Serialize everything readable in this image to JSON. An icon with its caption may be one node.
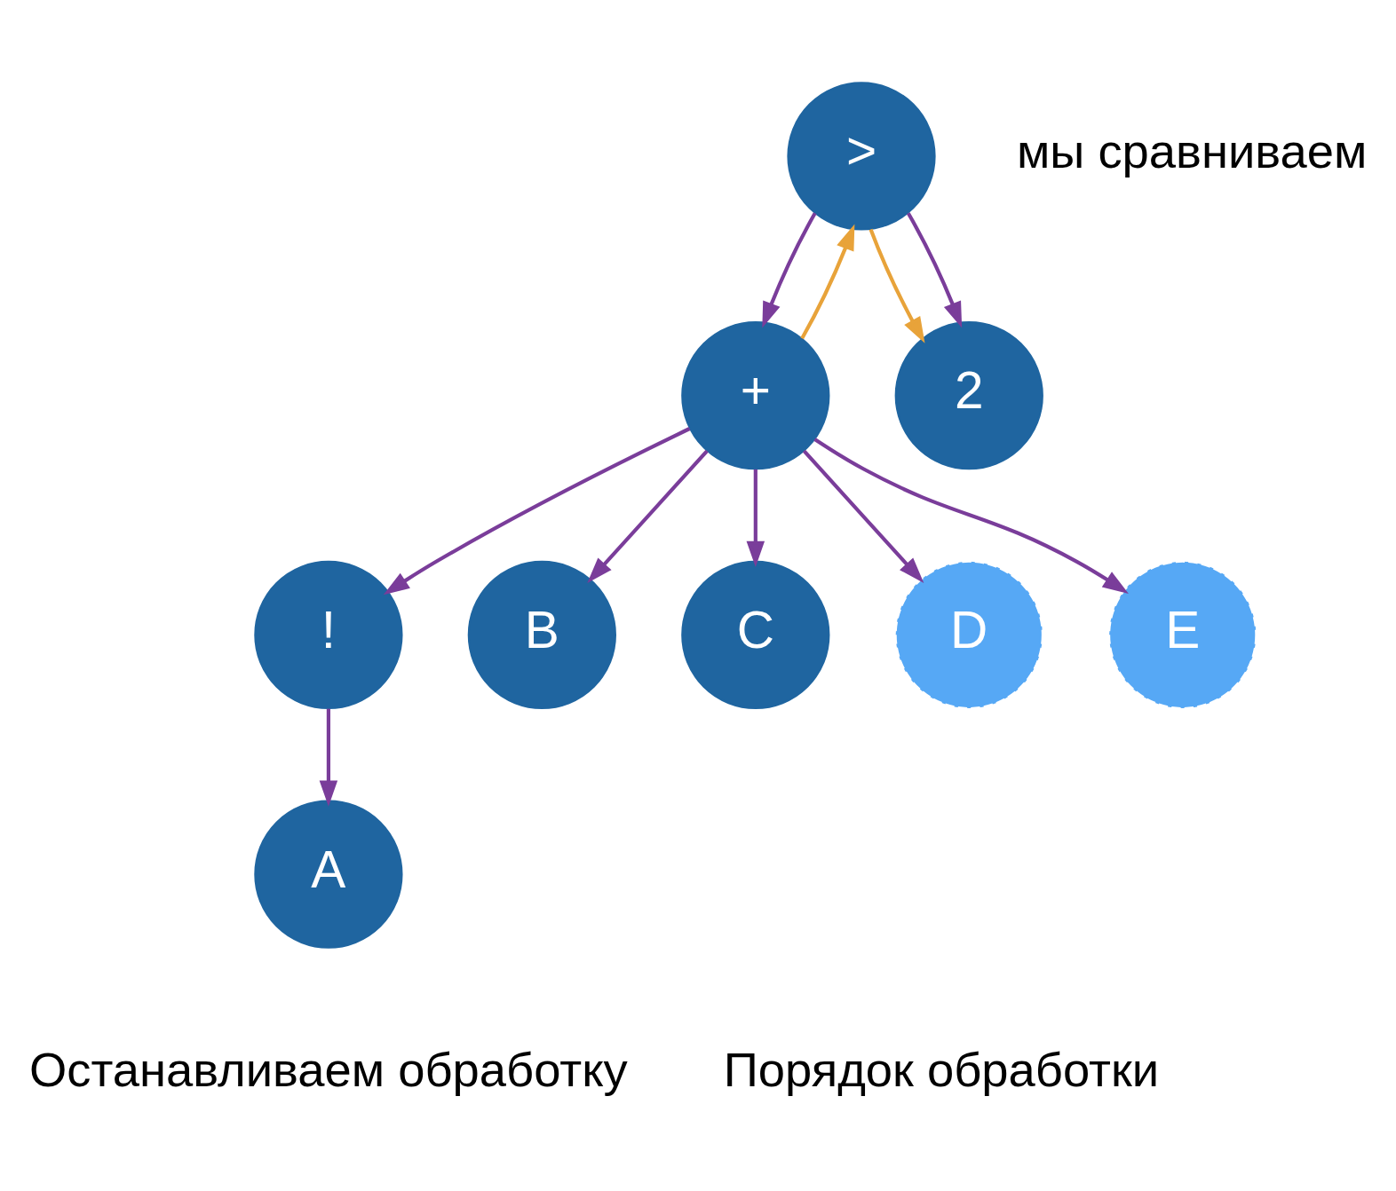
{
  "diagram": {
    "nodes": [
      {
        "text": [
          ">"
        ]
      },
      {
        "text": [
          "+"
        ]
      },
      {
        "text": [
          "2"
        ]
      },
      {
        "text": [
          "!"
        ]
      },
      {
        "text": [
          "B"
        ]
      },
      {
        "text": [
          "C"
        ]
      },
      {
        "text": [
          "D"
        ]
      },
      {
        "text": [
          "E"
        ]
      },
      {
        "text": [
          "A"
        ]
      }
    ],
    "edges": [
      {
        "from": 1,
        "to": 0,
        "arrow": "to",
        "color": "#e8a33a"
      },
      {
        "from": 0,
        "to": 2,
        "arrow": "to",
        "color": "#e8a33a"
      },
      {
        "from": 0,
        "to": 1,
        "arrow": "to"
      },
      {
        "from": 0,
        "to": 2,
        "arrow": "to"
      },
      {
        "from": 1,
        "to": 3,
        "arrow": "to"
      },
      {
        "from": 1,
        "to": 4,
        "arrow": "to"
      },
      {
        "from": 1,
        "to": 5,
        "arrow": "to"
      },
      {
        "from": 1,
        "to": 6,
        "arrow": "to"
      },
      {
        "from": 1,
        "to": 7,
        "arrow": "to"
      },
      {
        "from": 3,
        "to": 8,
        "arrow": "to"
      }
    ],
    "labels": [
      "мы сравниваем",
      "Останавливаем обработку",
      "Порядок обработки"
    ]
  }
}
